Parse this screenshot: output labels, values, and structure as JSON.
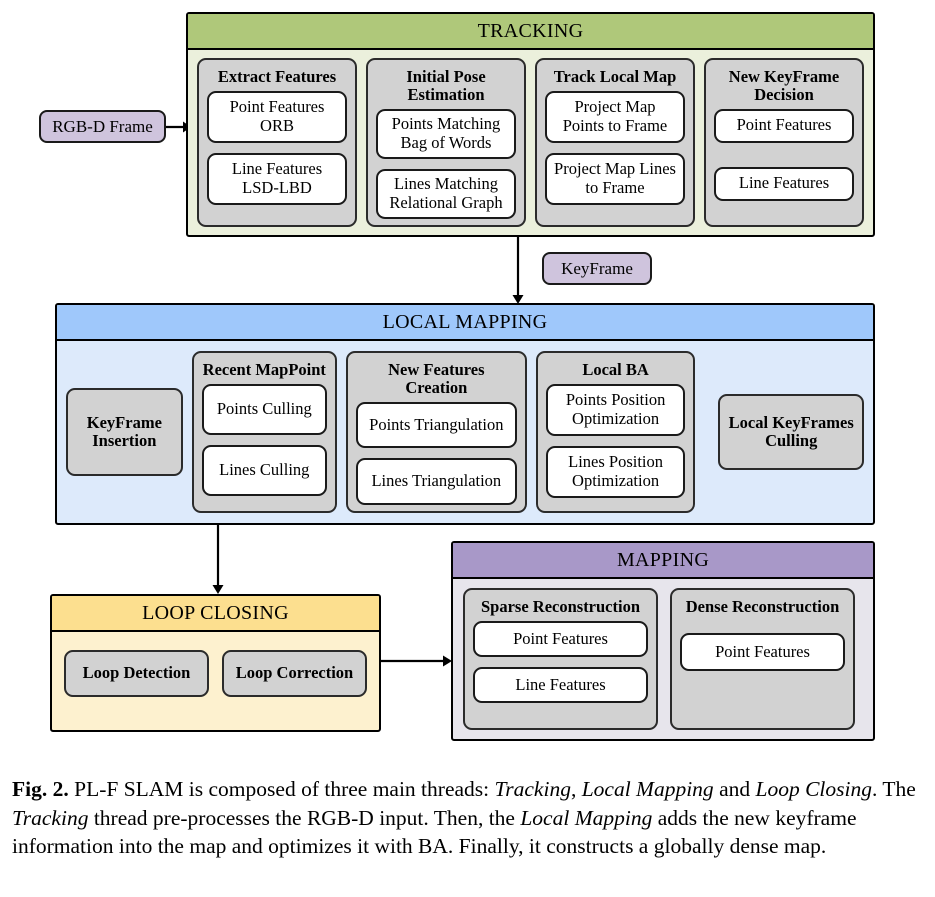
{
  "figure": {
    "label": "Fig. 2.",
    "caption_parts": [
      {
        "text": "PL-F SLAM is composed of three main threads: ",
        "style": "normal"
      },
      {
        "text": "Tracking",
        "style": "italic"
      },
      {
        "text": ", ",
        "style": "normal"
      },
      {
        "text": "Local Mapping",
        "style": "italic"
      },
      {
        "text": " and ",
        "style": "normal"
      },
      {
        "text": "Loop Closing",
        "style": "italic"
      },
      {
        "text": ". The ",
        "style": "normal"
      },
      {
        "text": "Tracking",
        "style": "italic"
      },
      {
        "text": " thread pre-processes the RGB-D input. Then, the ",
        "style": "normal"
      },
      {
        "text": "Local Mapping",
        "style": "italic"
      },
      {
        "text": " adds the new keyframe information into the map and optimizes it with BA. Finally, it constructs a globally dense map.",
        "style": "normal"
      }
    ]
  },
  "tags": {
    "rgbd_frame": "RGB-D Frame",
    "keyframe": "KeyFrame"
  },
  "colors": {
    "tracking_header": "#AFC87A",
    "tracking_body": "#EBF0DC",
    "local_mapping_header": "#9FC8FB",
    "local_mapping_body": "#DDEAFB",
    "loop_closing_header": "#FCDF8F",
    "loop_closing_body": "#FDF1CF",
    "mapping_header": "#A898C8",
    "mapping_body": "#E7E5EC",
    "module_grey": "#D2D2D2",
    "leaf_white": "#FFFFFF",
    "tag_purple": "#CFC4DD",
    "border_black": "#000000"
  },
  "threads": {
    "tracking": {
      "title": "TRACKING",
      "columns": [
        {
          "title": "Extract Features",
          "items": [
            "Point Features\nORB",
            "Line Features\nLSD-LBD"
          ]
        },
        {
          "title": "Initial Pose Estimation",
          "items": [
            "Points Matching\nBag of Words",
            "Lines Matching\nRelational Graph"
          ]
        },
        {
          "title": "Track Local Map",
          "items": [
            "Project Map\nPoints to Frame",
            "Project Map Lines\nto Frame"
          ]
        },
        {
          "title": "New KeyFrame Decision",
          "items": [
            "Point Features",
            "Line Features"
          ]
        }
      ]
    },
    "local_mapping": {
      "title": "LOCAL MAPPING",
      "left_module": "KeyFrame Insertion",
      "right_module": "Local KeyFrames Culling",
      "columns": [
        {
          "title": "Recent MapPoint",
          "items": [
            "Points Culling",
            "Lines Culling"
          ]
        },
        {
          "title": "New Features Creation",
          "items": [
            "Points Triangulation",
            "Lines Triangulation"
          ]
        },
        {
          "title": "Local BA",
          "items": [
            "Points Position\nOptimization",
            "Lines Position\nOptimization"
          ]
        }
      ]
    },
    "loop_closing": {
      "title": "LOOP CLOSING",
      "modules": [
        "Loop Detection",
        "Loop Correction"
      ]
    },
    "mapping": {
      "title": "MAPPING",
      "columns": [
        {
          "title": "Sparse Reconstruction",
          "items": [
            "Point Features",
            "Line Features"
          ]
        },
        {
          "title": "Dense Reconstruction",
          "items": [
            "Point Features"
          ]
        }
      ]
    }
  },
  "arrows": [
    {
      "name": "rgbd-to-tracking",
      "direction": "right"
    },
    {
      "name": "tracking-to-local-mapping",
      "direction": "down"
    },
    {
      "name": "local-mapping-to-loop-closing",
      "direction": "down"
    },
    {
      "name": "loop-closing-to-mapping",
      "direction": "right"
    }
  ]
}
